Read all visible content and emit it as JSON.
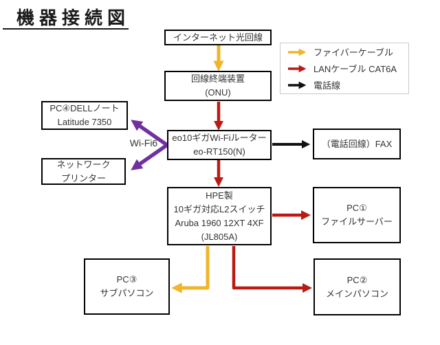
{
  "title": "機器接続図",
  "labels": {
    "wifi": "Wi-Fi6"
  },
  "colors": {
    "fiber": "#F1B52B",
    "lan": "#BB1A14",
    "phone": "#111111",
    "wifi": "#7030A0"
  },
  "legend": {
    "fiber_label": "ファイバーケーブル",
    "lan_label": "LANケーブル CAT6A",
    "phone_label": "電話線"
  },
  "nodes": {
    "internet": {
      "lines": [
        "インターネット光回線"
      ]
    },
    "onu": {
      "lines": [
        "回線終端装置",
        "(ONU)"
      ]
    },
    "pc4": {
      "lines": [
        "PC④DELLノート",
        "Latitude 7350"
      ]
    },
    "router": {
      "lines": [
        "eo10ギガWi-Fiルーター",
        "eo-RT150(N)"
      ]
    },
    "fax": {
      "lines": [
        "（電話回線）FAX"
      ]
    },
    "printer": {
      "lines": [
        "ネットワーク",
        "プリンター"
      ]
    },
    "switch": {
      "lines": [
        "HPE製",
        "10ギガ対応L2スイッチ",
        "Aruba 1960 12XT 4XF",
        "(JL805A)"
      ]
    },
    "pc1": {
      "lines": [
        "PC①",
        "ファイルサーバー"
      ]
    },
    "pc3": {
      "lines": [
        "PC③",
        "サブパソコン"
      ]
    },
    "pc2": {
      "lines": [
        "PC②",
        "メインパソコン"
      ]
    }
  },
  "connections": [
    {
      "from": "インターネット光回線",
      "to": "回線終端装置(ONU)",
      "type": "ファイバーケーブル"
    },
    {
      "from": "回線終端装置(ONU)",
      "to": "eo10ギガWi-Fiルーター eo-RT150(N)",
      "type": "LANケーブル CAT6A"
    },
    {
      "from": "eo10ギガWi-Fiルーター eo-RT150(N)",
      "to": "（電話回線）FAX",
      "type": "電話線"
    },
    {
      "from": "eo10ギガWi-Fiルーター eo-RT150(N)",
      "to": "PC④DELLノート Latitude 7350",
      "type": "Wi-Fi6"
    },
    {
      "from": "eo10ギガWi-Fiルーター eo-RT150(N)",
      "to": "ネットワークプリンター",
      "type": "Wi-Fi6"
    },
    {
      "from": "eo10ギガWi-Fiルーター eo-RT150(N)",
      "to": "HPE製 10ギガ対応L2スイッチ Aruba 1960 12XT 4XF (JL805A)",
      "type": "LANケーブル CAT6A"
    },
    {
      "from": "HPE製 10ギガ対応L2スイッチ",
      "to": "PC① ファイルサーバー",
      "type": "LANケーブル CAT6A"
    },
    {
      "from": "HPE製 10ギガ対応L2スイッチ",
      "to": "PC③ サブパソコン",
      "type": "ファイバーケーブル"
    },
    {
      "from": "HPE製 10ギガ対応L2スイッチ",
      "to": "PC② メインパソコン",
      "type": "LANケーブル CAT6A"
    }
  ]
}
